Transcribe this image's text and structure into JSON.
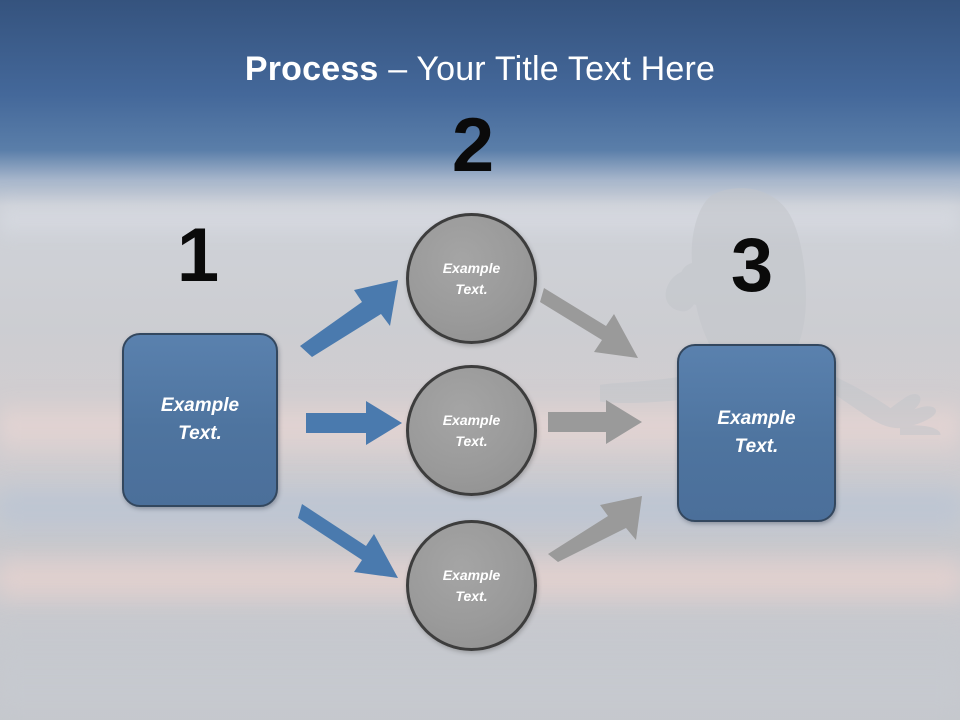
{
  "slide": {
    "title_bold": "Process",
    "title_rest": " – Your Title Text Here",
    "background_top_color": "#35537E",
    "background_bottom_color": "#C5C8CD",
    "accent_blue": "#4E749F",
    "accent_gray": "#9A9A9A",
    "arrow_blue": "#4A7AAE",
    "arrow_gray": "#9A9A9A",
    "number_color": "#0A0A0A"
  },
  "steps": [
    {
      "number": "1",
      "shape": "rounded-rectangle",
      "fill": "#4E749F",
      "label_line1": "Example",
      "label_line2": "Text."
    },
    {
      "number": "2",
      "shape": "circle-group",
      "fill": "#9A9A9A",
      "items": [
        {
          "label_line1": "Example",
          "label_line2": "Text."
        },
        {
          "label_line1": "Example",
          "label_line2": "Text."
        },
        {
          "label_line1": "Example",
          "label_line2": "Text."
        }
      ]
    },
    {
      "number": "3",
      "shape": "rounded-rectangle",
      "fill": "#4E749F",
      "label_line1": "Example",
      "label_line2": "Text."
    }
  ],
  "connectors": [
    {
      "name": "arrow-box1-to-circle1",
      "color": "#4A7AAE",
      "direction": "up-right"
    },
    {
      "name": "arrow-box1-to-circle2",
      "color": "#4A7AAE",
      "direction": "right"
    },
    {
      "name": "arrow-box1-to-circle3",
      "color": "#4A7AAE",
      "direction": "down-right"
    },
    {
      "name": "arrow-circle1-to-box3",
      "color": "#9A9A9A",
      "direction": "down-right"
    },
    {
      "name": "arrow-circle2-to-box3",
      "color": "#9A9A9A",
      "direction": "right"
    },
    {
      "name": "arrow-circle3-to-box3",
      "color": "#9A9A9A",
      "direction": "up-right"
    }
  ],
  "decoration": {
    "silhouette": "person-with-outstretched-arms-watermark"
  }
}
